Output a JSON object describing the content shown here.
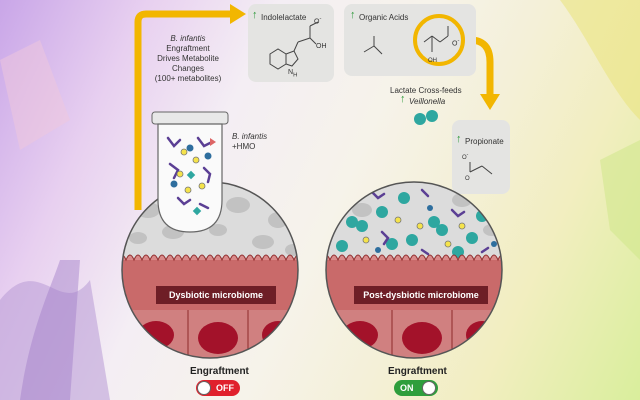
{
  "flow": {
    "organism": "B. infantis",
    "engraftment_lines": [
      "Engraftment",
      "Drives Metabolite",
      "Changes",
      "(100+ metabolites)"
    ],
    "tube_label_organism": "B. infantis",
    "tube_label_hmo": "+HMO"
  },
  "metabolites": {
    "indolelactate": "Indolelactate",
    "organic_acids": "Organic Acids",
    "propionate": "Propionate",
    "lactate_line": "Lactate Cross-feeds",
    "veillonella": "Veillonella"
  },
  "chem": {
    "o_minus": "O",
    "minus": "-",
    "oh": "OH",
    "nh": "H",
    "n": "N"
  },
  "states": {
    "left_label": "Dysbiotic microbiome",
    "right_label": "Post-dysbiotic microbiome",
    "engraftment_title": "Engraftment",
    "off_text": "OFF",
    "on_text": "ON"
  },
  "colors": {
    "arrow": "#f2b600",
    "label_bar": "#6e1e26",
    "off": "#e0202c",
    "on": "#2e9e3c",
    "up_arrow": "#2f9a3c"
  }
}
